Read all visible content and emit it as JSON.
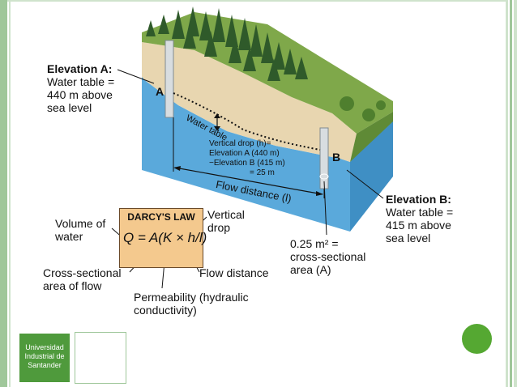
{
  "labels": {
    "elev_a_title": "Elevation A:",
    "elev_a_line1": "Water table =",
    "elev_a_line2": "440 m above",
    "elev_a_line3": "sea level",
    "well_a": "A",
    "well_b": "B",
    "water_table": "Water table",
    "vertical_drop_line1": "Vertical drop (h)=",
    "vertical_drop_line2": "Elevation A (440 m)",
    "vertical_drop_line3": "−Elevation B (415 m)",
    "vertical_drop_line4": "= 25 m",
    "flow_distance": "Flow distance (l)",
    "elev_b_title": "Elevation B:",
    "elev_b_line1": "Water table =",
    "elev_b_line2": "415 m above",
    "elev_b_line3": "sea level",
    "area_line1": "0.25 m² =",
    "area_line2": "cross-sectional",
    "area_line3": "area (A)",
    "volume_line1": "Volume of",
    "volume_line2": "water",
    "vertical_line1": "Vertical",
    "vertical_line2": "drop",
    "cross_line1": "Cross-sectional",
    "cross_line2": "area of flow",
    "flowdist_label": "Flow distance",
    "perm_line1": "Permeability (hydraulic",
    "perm_line2": "conductivity)"
  },
  "darcy": {
    "title": "DARCY'S LAW",
    "equation": "Q = A(K × h/l)"
  },
  "logo": {
    "line1": "Universidad",
    "line2": "Industrial de",
    "line3": "Santander"
  },
  "colors": {
    "water": "#5aa9db",
    "sand": "#e8d6b0",
    "grass": "#7fa84a",
    "frame": "#9fc79a",
    "box": "#f4c98e"
  }
}
